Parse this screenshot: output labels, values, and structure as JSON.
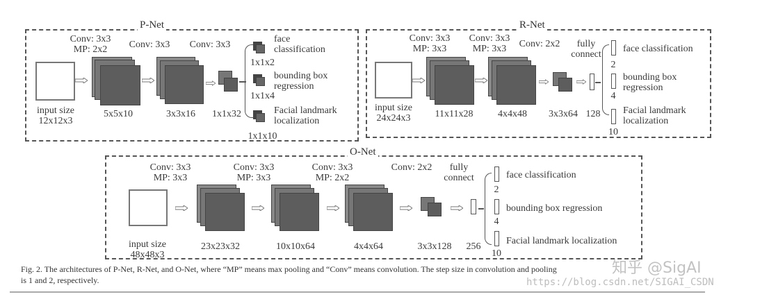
{
  "figure": {
    "pnet": {
      "title": "P-Net",
      "layers": [
        {
          "op_line1": "Conv: 3x3",
          "op_line2": "MP: 2x2",
          "size": "5x5x10"
        },
        {
          "op_line1": "Conv: 3x3",
          "op_line2": "",
          "size": "3x3x16"
        },
        {
          "op_line1": "Conv: 3x3",
          "op_line2": "",
          "size": "1x1x32"
        }
      ],
      "input_line1": "input size",
      "input_line2": "12x12x3",
      "outputs": [
        {
          "line1": "face",
          "line2": "classification",
          "size": "1x1x2"
        },
        {
          "line1": "bounding box",
          "line2": "regression",
          "size": "1x1x4"
        },
        {
          "line1": "Facial landmark",
          "line2": "localization",
          "size": "1x1x10"
        }
      ]
    },
    "rnet": {
      "title": "R-Net",
      "layers": [
        {
          "op_line1": "Conv: 3x3",
          "op_line2": "MP: 3x3",
          "size": "11x11x28"
        },
        {
          "op_line1": "Conv: 3x3",
          "op_line2": "MP: 3x3",
          "size": "4x4x48"
        },
        {
          "op_line1": "Conv: 2x2",
          "op_line2": "",
          "size": "3x3x64"
        }
      ],
      "fc_line1": "fully",
      "fc_line2": "connect",
      "fc_size": "128",
      "input_line1": "input size",
      "input_line2": "24x24x3",
      "outputs": [
        {
          "line1": "face classification",
          "line2": "",
          "size": "2"
        },
        {
          "line1": "bounding box",
          "line2": "regression",
          "size": "4"
        },
        {
          "line1": "Facial landmark",
          "line2": "localization",
          "size": "10"
        }
      ]
    },
    "onet": {
      "title": "O-Net",
      "layers": [
        {
          "op_line1": "Conv: 3x3",
          "op_line2": "MP: 3x3",
          "size": "23x23x32"
        },
        {
          "op_line1": "Conv: 3x3",
          "op_line2": "MP: 3x3",
          "size": "10x10x64"
        },
        {
          "op_line1": "Conv: 3x3",
          "op_line2": "MP: 2x2",
          "size": "4x4x64"
        },
        {
          "op_line1": "Conv: 2x2",
          "op_line2": "",
          "size": "3x3x128"
        }
      ],
      "fc_line1": "fully",
      "fc_line2": "connect",
      "fc_size": "256",
      "input_line1": "input size",
      "input_line2": "48x48x3",
      "outputs": [
        {
          "label": "face classification",
          "size": "2"
        },
        {
          "label": "bounding box regression",
          "size": "4"
        },
        {
          "label": "Facial landmark localization",
          "size": "10"
        }
      ]
    },
    "caption_line1": "Fig. 2. The architectures of P-Net, R-Net, and O-Net, where “MP” means max pooling and “Conv” means convolution. The step size in convolution and pooling",
    "caption_line2": "is 1 and 2, respectively.",
    "watermark_logo": "知乎 @SigAI",
    "watermark_url": "https://blog.csdn.net/SIGAI_CSDN"
  },
  "colors": {
    "cube_front": "#5a5a5a",
    "cube_back": "#7a7a7a",
    "frame": "#555555"
  }
}
